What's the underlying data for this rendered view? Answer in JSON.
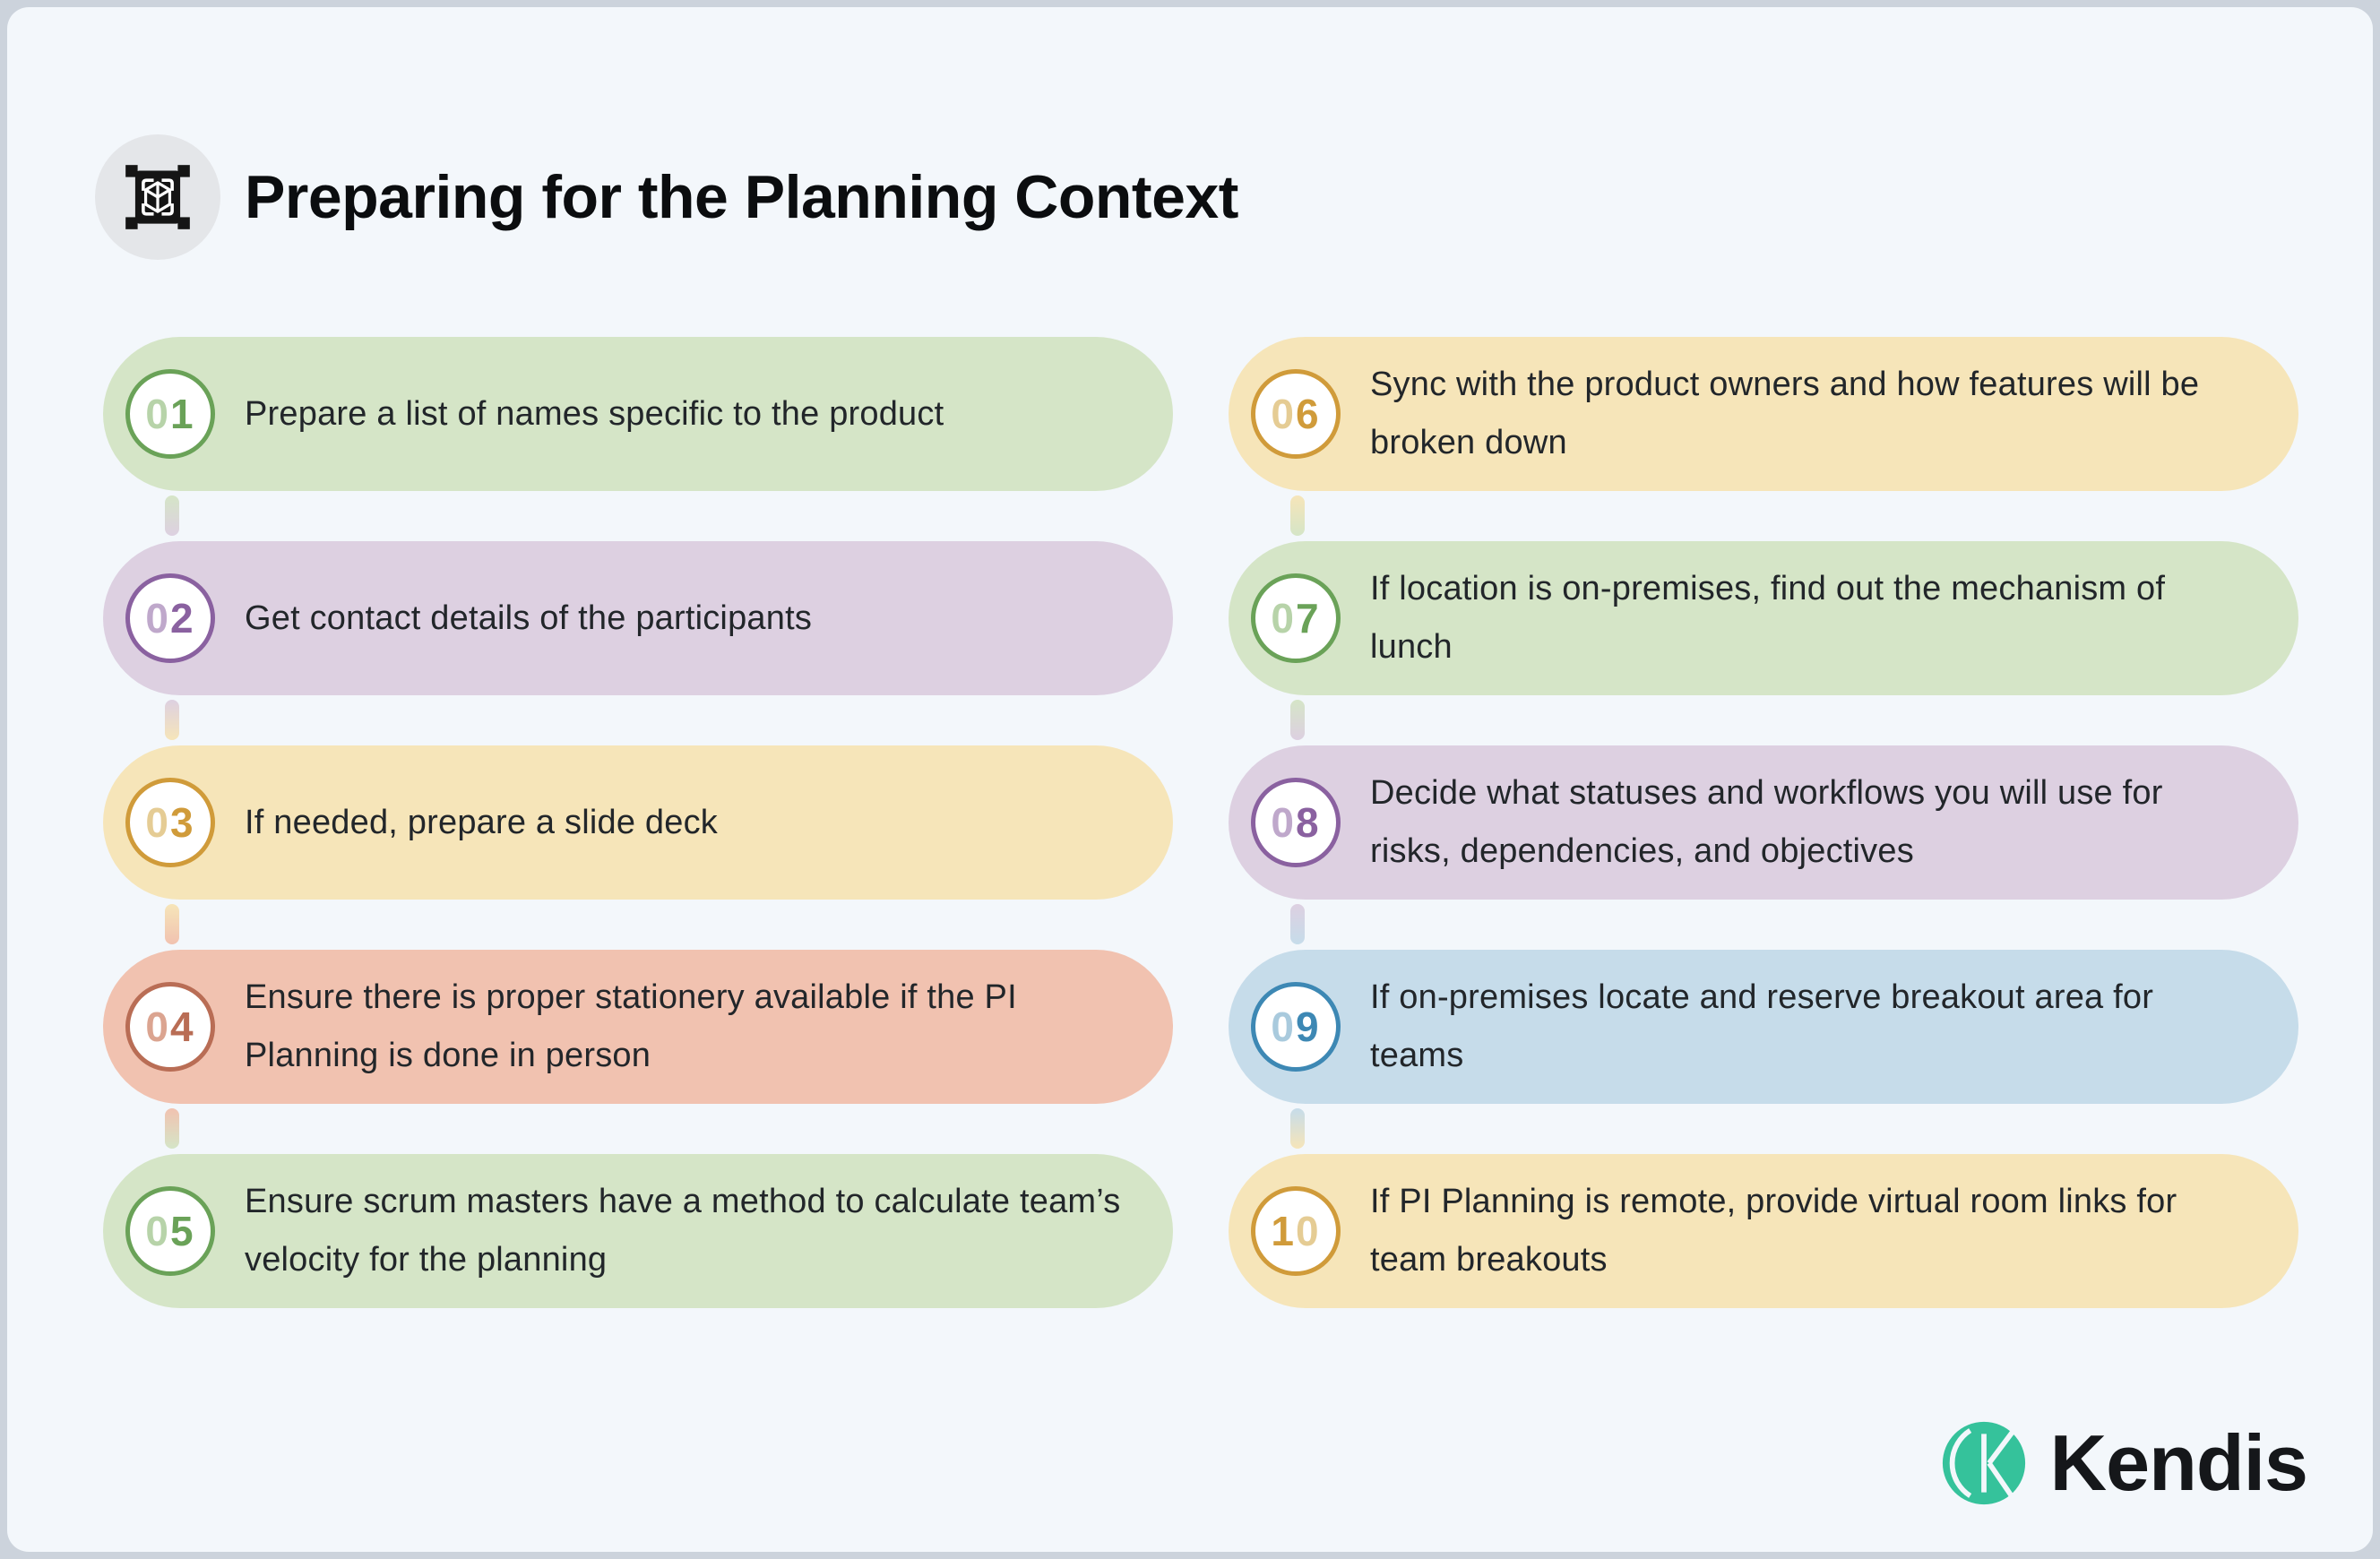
{
  "header": {
    "title": "Preparing for the Planning Context",
    "icon": "ar-cube-icon"
  },
  "steps": [
    {
      "number": "01",
      "text": "Prepare a list of names specific to the product",
      "theme": "green"
    },
    {
      "number": "02",
      "text": "Get contact details of the participants",
      "theme": "purple"
    },
    {
      "number": "03",
      "text": "If needed, prepare a slide deck",
      "theme": "yellow"
    },
    {
      "number": "04",
      "text": "Ensure there is proper stationery available if the PI Planning is done in person",
      "theme": "salmon"
    },
    {
      "number": "05",
      "text": "Ensure scrum masters have a method to calculate team’s velocity for the planning",
      "theme": "green"
    },
    {
      "number": "06",
      "text": "Sync with the product owners and how features will be broken down",
      "theme": "yellow"
    },
    {
      "number": "07",
      "text": "If location is on-premises, find out the mechanism of lunch",
      "theme": "green"
    },
    {
      "number": "08",
      "text": "Decide what statuses and workflows you will use for risks, dependencies, and objectives",
      "theme": "purple"
    },
    {
      "number": "09",
      "text": "If on-premises locate and reserve breakout area for teams",
      "theme": "blue"
    },
    {
      "number": "10",
      "text": "If PI Planning is remote, provide virtual room links for team breakouts",
      "theme": "yellow"
    }
  ],
  "colors": {
    "canvas_bg": "#f3f7fb",
    "frame": "#ccd3dc",
    "title_text": "#0b0d0f",
    "body_text": "#22262a",
    "icon_circle_bg": "#e4e6e9",
    "icon_black": "#151515",
    "brand_teal": "#35c29b",
    "themes": {
      "green": {
        "bg": "#d5e5c7",
        "accent": "#6aa258",
        "light": "#b7d3a9"
      },
      "purple": {
        "bg": "#ddd0e1",
        "accent": "#8a61a0",
        "light": "#bfa8cb"
      },
      "yellow": {
        "bg": "#f6e5b9",
        "accent": "#d09b3a",
        "light": "#e5cc94"
      },
      "salmon": {
        "bg": "#f1c2b0",
        "accent": "#b96d55",
        "light": "#dba490"
      },
      "blue": {
        "bg": "#c6dcea",
        "accent": "#3d88b4",
        "light": "#a9cadd"
      }
    }
  },
  "footer": {
    "brand": "Kendis"
  }
}
